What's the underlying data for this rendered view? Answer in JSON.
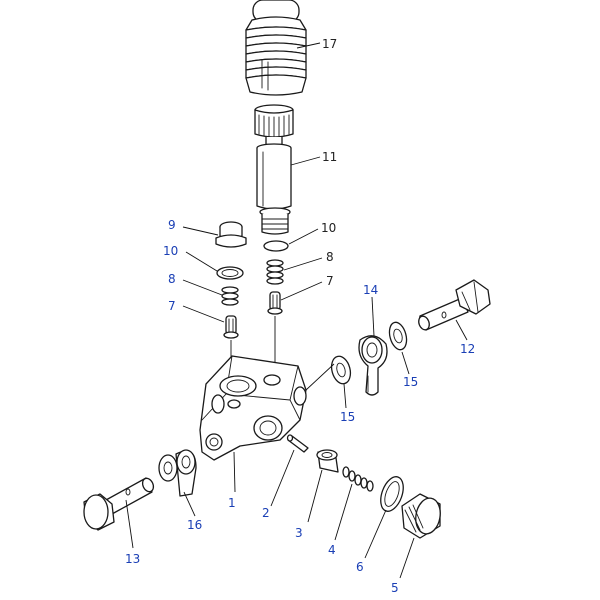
{
  "colors": {
    "line": "#1a1a1a",
    "label_blue": "#1a3fb5",
    "label_dark": "#222222"
  },
  "callouts": [
    {
      "id": "17a",
      "text": "17",
      "color": "dark"
    },
    {
      "id": "11a",
      "text": "11",
      "color": "dark"
    },
    {
      "id": "10a",
      "text": "10",
      "color": "dark"
    },
    {
      "id": "8a",
      "text": "8",
      "color": "dark"
    },
    {
      "id": "7a",
      "text": "7",
      "color": "dark"
    },
    {
      "id": "9",
      "text": "9",
      "color": "blue"
    },
    {
      "id": "10b",
      "text": "10",
      "color": "blue"
    },
    {
      "id": "8b",
      "text": "8",
      "color": "blue"
    },
    {
      "id": "7b",
      "text": "7",
      "color": "blue"
    },
    {
      "id": "14",
      "text": "14",
      "color": "blue"
    },
    {
      "id": "12",
      "text": "12",
      "color": "blue"
    },
    {
      "id": "15a",
      "text": "15",
      "color": "blue"
    },
    {
      "id": "15b",
      "text": "15",
      "color": "blue"
    },
    {
      "id": "1",
      "text": "1",
      "color": "blue"
    },
    {
      "id": "2",
      "text": "2",
      "color": "blue"
    },
    {
      "id": "3",
      "text": "3",
      "color": "blue"
    },
    {
      "id": "4",
      "text": "4",
      "color": "blue"
    },
    {
      "id": "6",
      "text": "6",
      "color": "blue"
    },
    {
      "id": "5",
      "text": "5",
      "color": "blue"
    },
    {
      "id": "16",
      "text": "16",
      "color": "blue"
    },
    {
      "id": "13",
      "text": "13",
      "color": "blue"
    }
  ]
}
